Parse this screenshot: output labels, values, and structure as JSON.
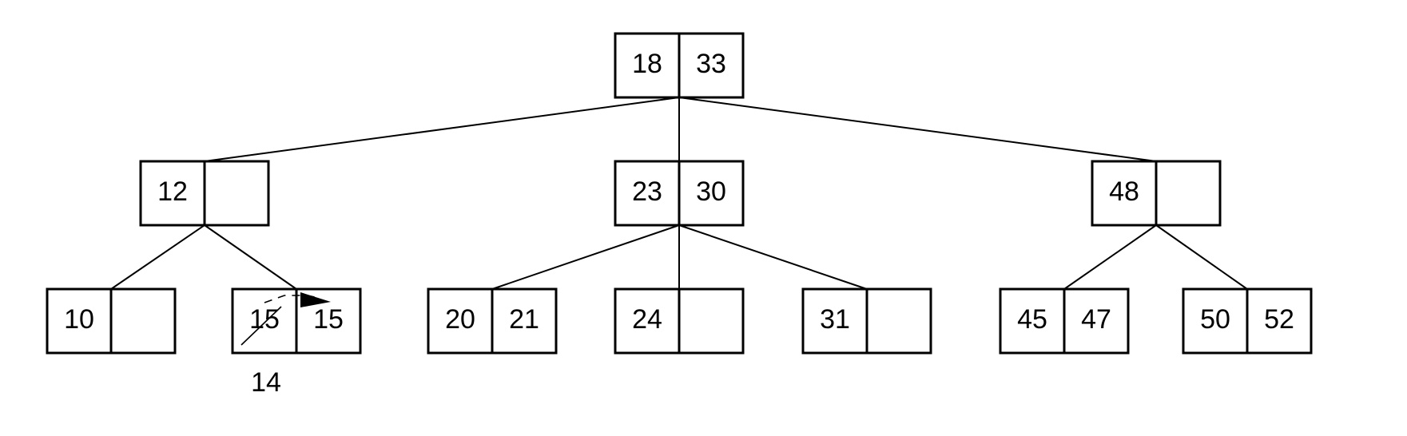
{
  "tree": {
    "root": {
      "keys": [
        "18",
        "33"
      ]
    },
    "level1": [
      {
        "keys": [
          "12",
          ""
        ]
      },
      {
        "keys": [
          "23",
          "30"
        ]
      },
      {
        "keys": [
          "48",
          ""
        ]
      }
    ],
    "leaves": [
      {
        "keys": [
          "10",
          ""
        ]
      },
      {
        "keys": [
          "15",
          "15"
        ]
      },
      {
        "keys": [
          "20",
          "21"
        ]
      },
      {
        "keys": [
          "24",
          ""
        ]
      },
      {
        "keys": [
          "31",
          ""
        ]
      },
      {
        "keys": [
          "45",
          "47"
        ]
      },
      {
        "keys": [
          "50",
          "52"
        ]
      }
    ],
    "annotation": {
      "replacement_key": "14"
    }
  }
}
